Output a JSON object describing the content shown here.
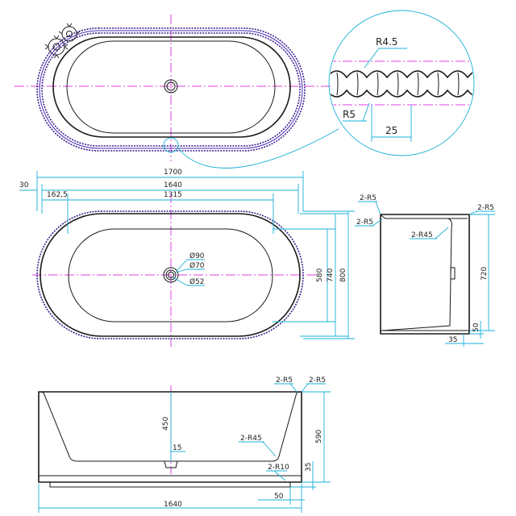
{
  "top_view": {
    "detail": {
      "r45_label": "R4.5",
      "r5_label": "R5",
      "pitch_label": "25"
    }
  },
  "plan_view": {
    "overall_width": "1700",
    "outer_width": "1640",
    "inner_width": "1315",
    "offset_30": "30",
    "offset_162": "162,5",
    "height_580": "580",
    "height_740": "740",
    "height_800": "800",
    "drain_90": "Ø90",
    "drain_70": "Ø70",
    "drain_52": "Ø52"
  },
  "side_view": {
    "r5_top_left": "2-R5",
    "r5_left": "2-R5",
    "r5_top_right": "2-R5",
    "r45": "2-R45",
    "height_720": "720",
    "bottom_50": "50",
    "bottom_35": "35"
  },
  "front_view": {
    "r5_a": "2-R5",
    "r5_b": "2-R5",
    "r45": "2-R45",
    "r10": "2-R10",
    "depth_450": "450",
    "thickness_15": "15",
    "height_590": "590",
    "base_35": "35",
    "base_50": "50",
    "width_1640": "1640"
  },
  "colors": {
    "outline": "#1a1a1a",
    "centerline": "#e040e0",
    "dimension": "#1ab0d8",
    "bead": "#3a1f8a"
  }
}
